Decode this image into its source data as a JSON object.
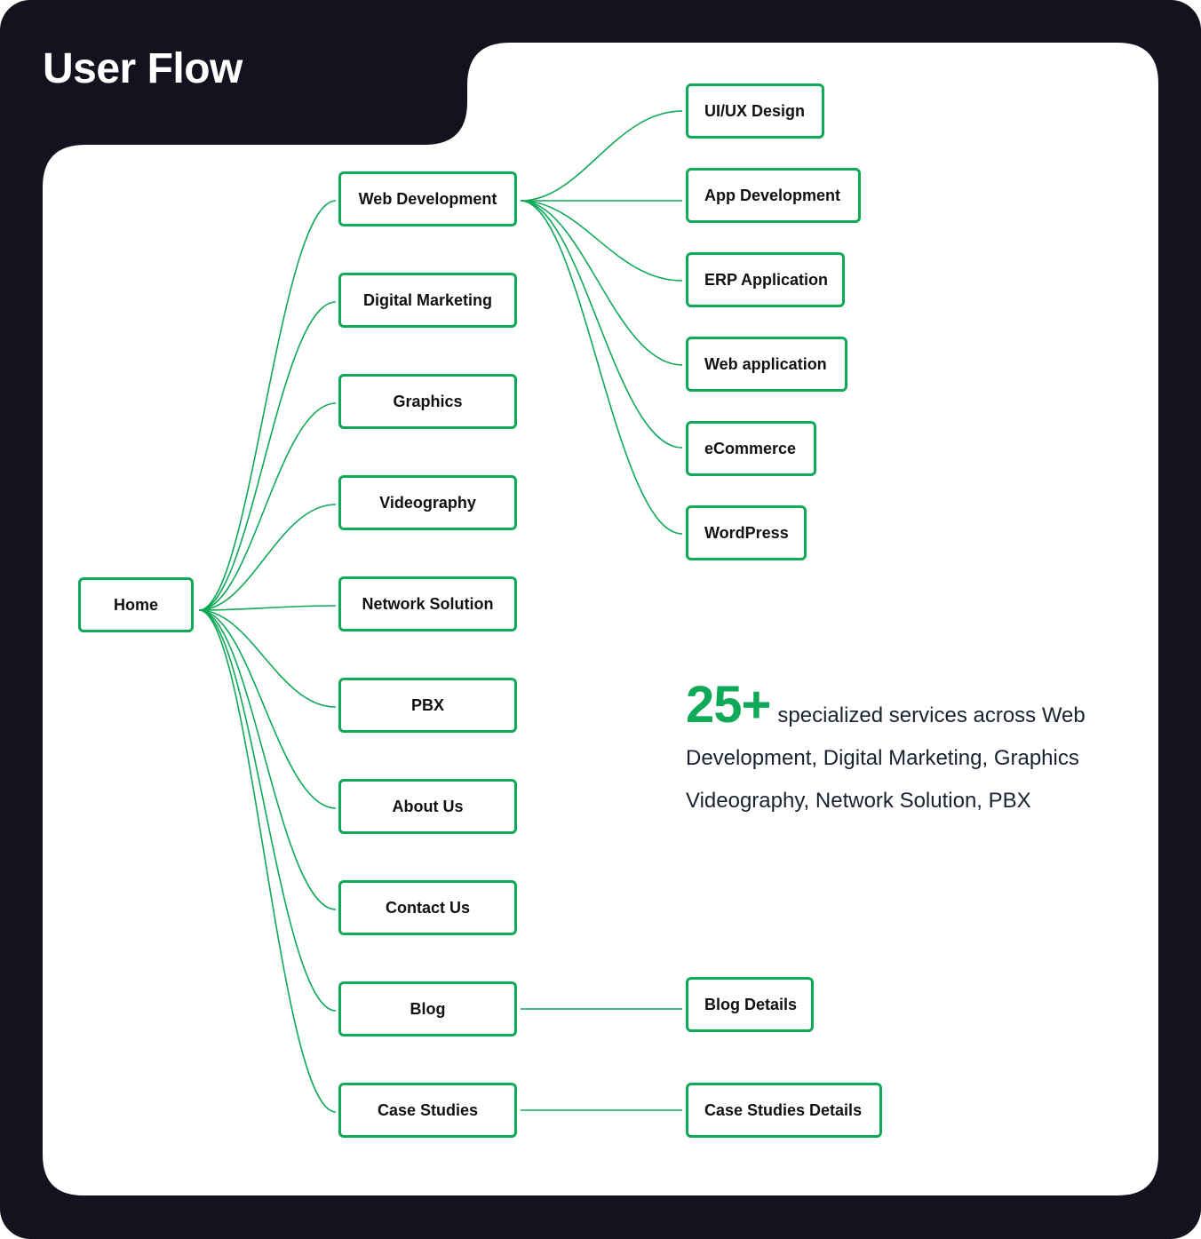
{
  "title": "User Flow",
  "colors": {
    "dark_background": "#12131f",
    "panel": "#ffffff",
    "accent_green": "#0fa958",
    "text": "#111111"
  },
  "root": {
    "label": "Home"
  },
  "sections": [
    {
      "label": "Web Development"
    },
    {
      "label": "Digital Marketing"
    },
    {
      "label": "Graphics"
    },
    {
      "label": "Videography"
    },
    {
      "label": "Network Solution"
    },
    {
      "label": "PBX"
    },
    {
      "label": "About Us"
    },
    {
      "label": "Contact Us"
    },
    {
      "label": "Blog"
    },
    {
      "label": "Case Studies"
    }
  ],
  "web_development_children": [
    {
      "label": "UI/UX Design"
    },
    {
      "label": "App Development"
    },
    {
      "label": "ERP Application"
    },
    {
      "label": "Web application"
    },
    {
      "label": "eCommerce"
    },
    {
      "label": "WordPress"
    }
  ],
  "blog_child": {
    "label": "Blog Details"
  },
  "case_studies_child": {
    "label": "Case Studies Details"
  },
  "stat": {
    "number": "25+",
    "text": "specialized services across Web Development, Digital Marketing, Graphics Videography, Network Solution, PBX"
  }
}
